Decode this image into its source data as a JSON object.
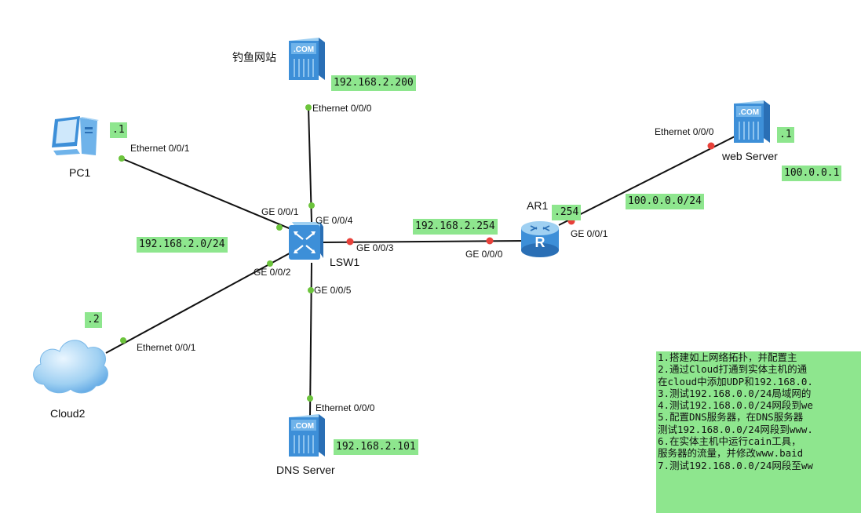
{
  "devices": {
    "pc1": "PC1",
    "fish_site": "钓鱼网站",
    "web_server": "web Server",
    "ar1": "AR1",
    "lsw1": "LSW1",
    "cloud2": "Cloud2",
    "dns_server": "DNS Server"
  },
  "ports": {
    "pc1_eth": "Ethernet 0/0/1",
    "fish_eth": "Ethernet 0/0/0",
    "web_eth": "Ethernet 0/0/0",
    "lsw_ge1": "GE 0/0/1",
    "lsw_ge4": "GE 0/0/4",
    "lsw_ge3": "GE 0/0/3",
    "lsw_ge2": "GE 0/0/2",
    "lsw_ge5": "GE 0/0/5",
    "ar_ge0": "GE 0/0/0",
    "ar_ge1": "GE 0/0/1",
    "cloud_eth": "Ethernet 0/0/1",
    "dns_eth": "Ethernet 0/0/0"
  },
  "addresses": {
    "pc1": ".1",
    "fish_site": "192.168.2.200",
    "web_short": ".1",
    "web_full": "100.0.0.1",
    "wan_net": "100.0.0.0/24",
    "ar_wan": ".254",
    "ar_lan": "192.168.2.254",
    "lan_net": "192.168.2.0/24",
    "cloud2": ".2",
    "dns_server": "192.168.2.101"
  },
  "icon_text": ".COM",
  "notes": [
    "1.搭建如上网络拓扑，并配置主",
    "2.通过Cloud打通到实体主机的通",
    "在cloud中添加UDP和192.168.0.",
    "3.测试192.168.0.0/24局域网的",
    "4.测试192.168.0.0/24网段到we",
    "5.配置DNS服务器，在DNS服务器",
    "测试192.168.0.0/24网段到www.",
    "6.在实体主机中运行cain工具，",
    "服务器的流量，并修改www.baid",
    "7.测试192.168.0.0/24网段至ww"
  ],
  "colors": {
    "label_bg": "#8ee68e",
    "port_up": "#6cc43c",
    "port_down": "#e8413a",
    "device_blue": "#3d8fd8"
  }
}
